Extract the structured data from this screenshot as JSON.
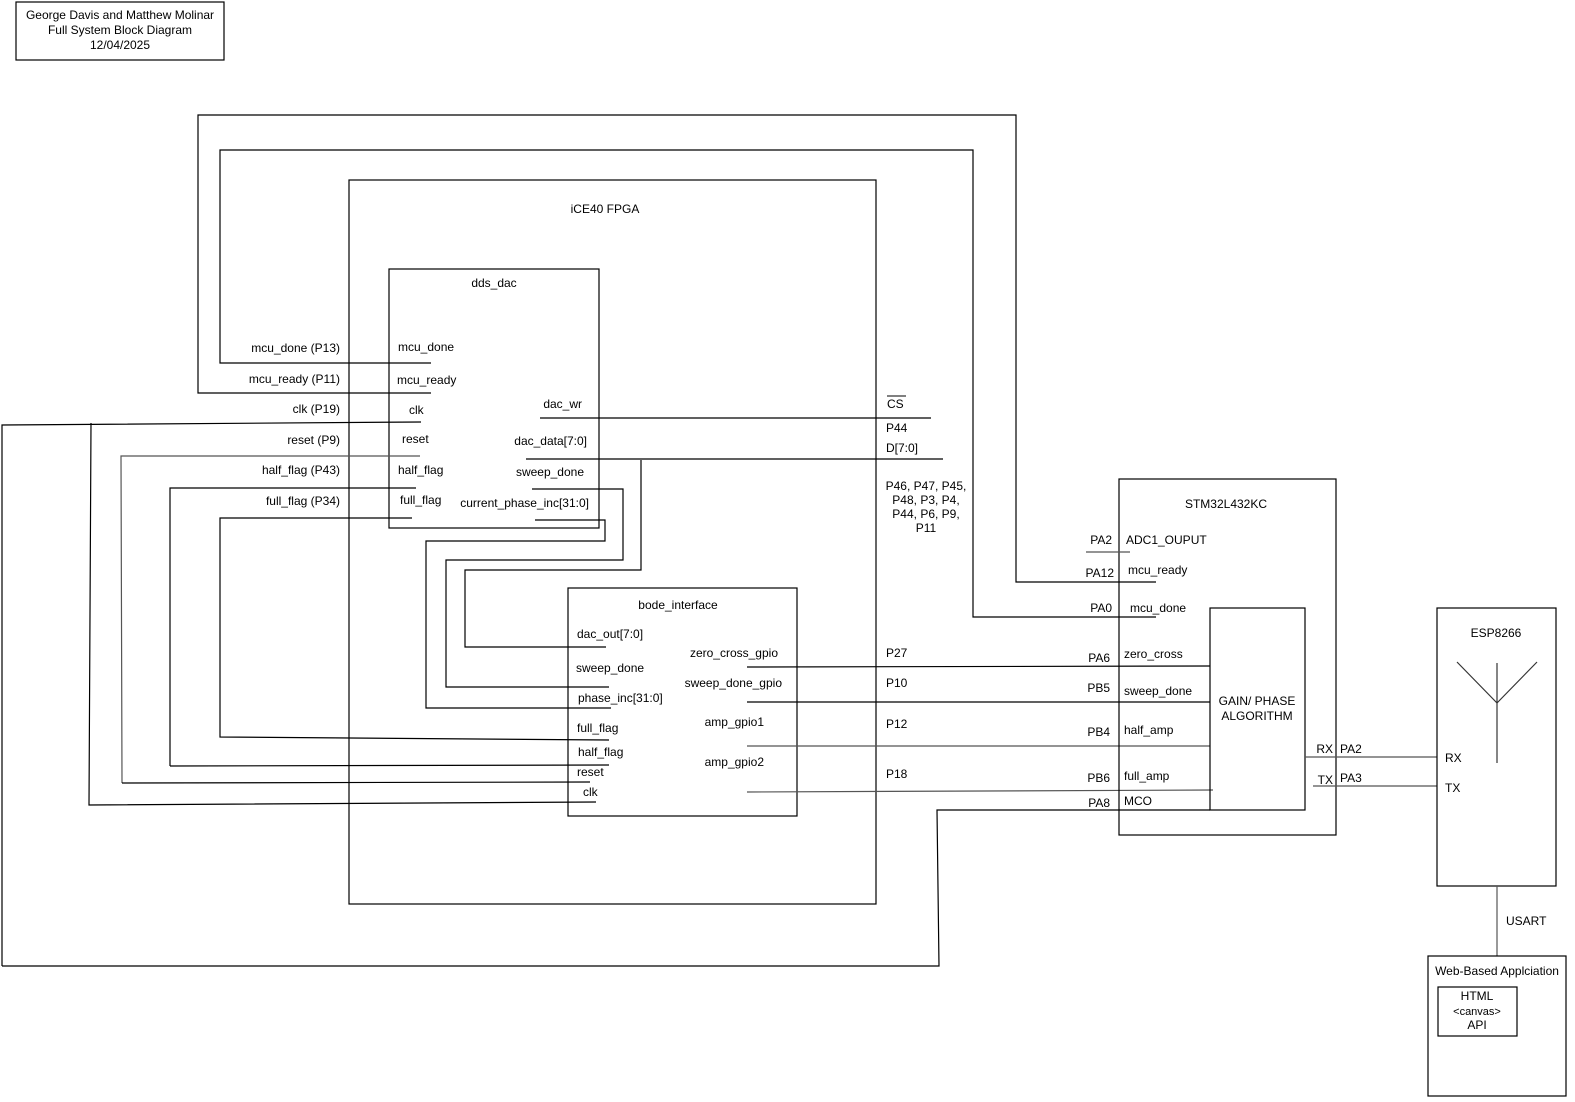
{
  "title_block": {
    "authors": "George Davis and Matthew Molinar",
    "title": "Full System Block Diagram",
    "date": "12/04/2025"
  },
  "fpga": {
    "label": "iCE40 FPGA",
    "external_pins": {
      "mcu_done": "mcu_done (P13)",
      "mcu_ready": "mcu_ready (P11)",
      "clk": "clk (P19)",
      "reset": "reset (P9)",
      "half_flag": "half_flag (P43)",
      "full_flag": "full_flag (P34)"
    },
    "right_pins": {
      "cs": "CS",
      "cs_pin": "P44",
      "data": "D[7:0]",
      "data_pins": [
        "P46, P47, P45,",
        "P48, P3, P4,",
        "P44, P6, P9,",
        "P11"
      ],
      "zero_cross": "P27",
      "sweep_done": "P10",
      "amp1": "P12",
      "amp2": "P18"
    }
  },
  "dds_dac": {
    "label": "dds_dac",
    "inputs": [
      "mcu_done",
      "mcu_ready",
      "clk",
      "reset",
      "half_flag",
      "full_flag"
    ],
    "outputs": [
      "dac_wr",
      "dac_data[7:0]",
      "sweep_done",
      "current_phase_inc[31:0]"
    ]
  },
  "bode_interface": {
    "label": "bode_interface",
    "inputs": [
      "dac_out[7:0]",
      "sweep_done",
      "phase_inc[31:0]",
      "full_flag",
      "half_flag",
      "reset",
      "clk"
    ],
    "outputs": [
      "zero_cross_gpio",
      "sweep_done_gpio",
      "amp_gpio1",
      "amp_gpio2"
    ]
  },
  "stm32": {
    "label": "STM32L432KC",
    "pins": [
      {
        "pin": "PA2",
        "signal": "ADC1_OUPUT"
      },
      {
        "pin": "PA12",
        "signal": "mcu_ready"
      },
      {
        "pin": "PA0",
        "signal": "mcu_done"
      },
      {
        "pin": "PA6",
        "signal": "zero_cross"
      },
      {
        "pin": "PB5",
        "signal": "sweep_done"
      },
      {
        "pin": "PB4",
        "signal": "half_amp"
      },
      {
        "pin": "PB6",
        "signal": "full_amp"
      },
      {
        "pin": "PA8",
        "signal": "MCO"
      }
    ],
    "algorithm": [
      "GAIN/ PHASE",
      "ALGORITHM"
    ],
    "uart": {
      "rx": "RX",
      "rx_pin": "PA2",
      "tx": "TX",
      "tx_pin": "PA3"
    }
  },
  "esp": {
    "label": "ESP8266",
    "rx": "RX",
    "tx": "TX",
    "antenna_icon": "antenna-icon"
  },
  "link_label": "USART",
  "web_app": {
    "label": "Web-Based Applciation",
    "inner": [
      "HTML",
      "<canvas>",
      "API"
    ]
  }
}
